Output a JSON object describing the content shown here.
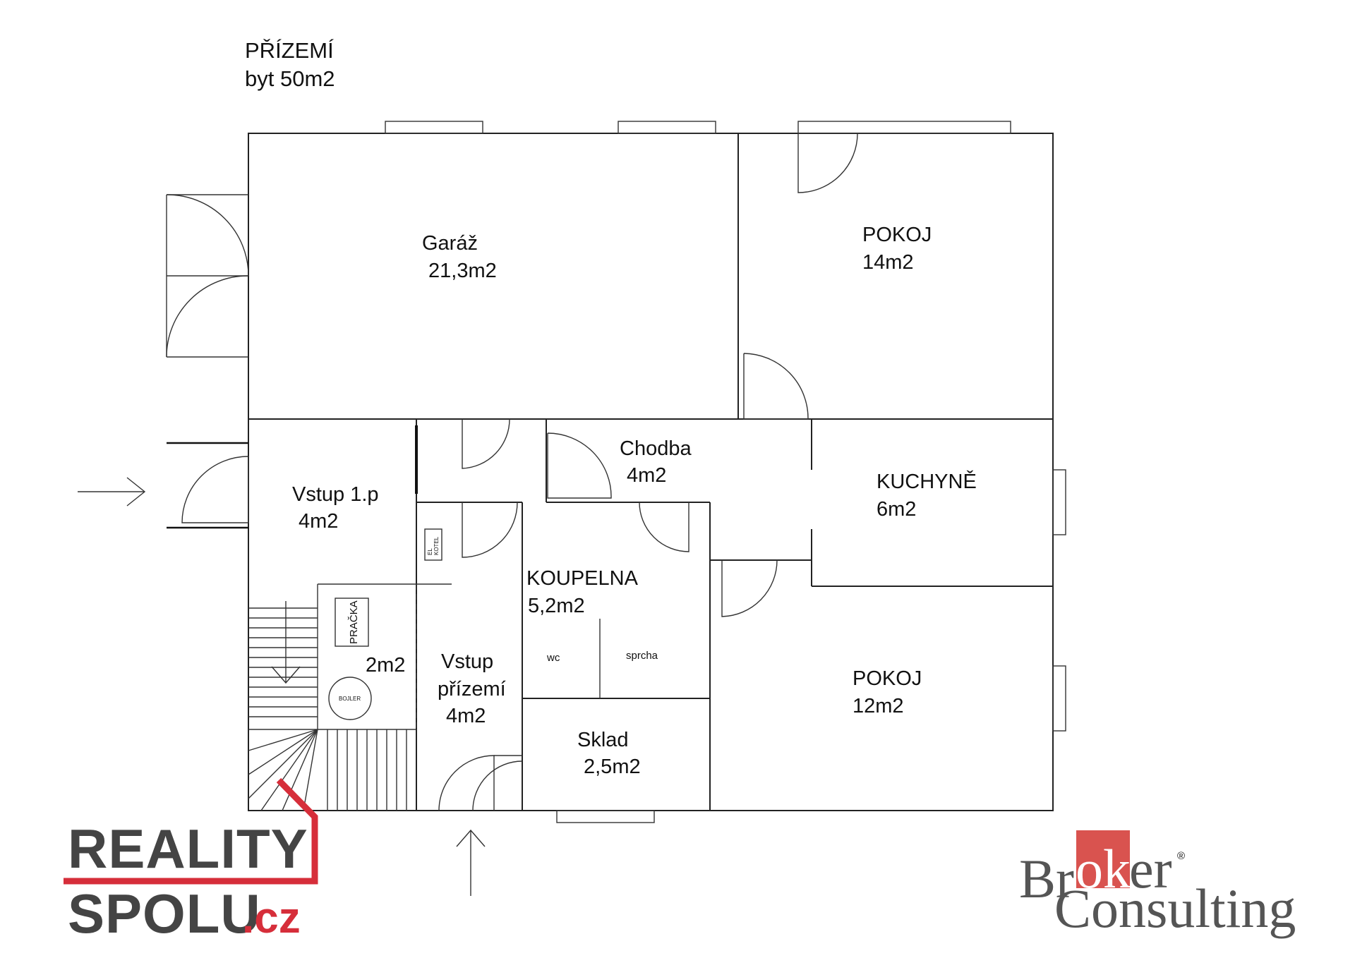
{
  "header": {
    "floor": "PŘÍZEMÍ",
    "area": "byt  50m2"
  },
  "rooms": {
    "garage": {
      "name": "Garáž",
      "area": "21,3m2"
    },
    "room_top": {
      "name": "POKOJ",
      "area": "14m2"
    },
    "hall": {
      "name": "Chodba",
      "area": "4m2"
    },
    "kitchen": {
      "name": "KUCHYNĚ",
      "area": "6m2"
    },
    "entry1": {
      "name": "Vstup 1.p",
      "area": "4m2"
    },
    "bathroom": {
      "name": "KOUPELNA",
      "area": "5,2m2"
    },
    "wc": {
      "name": "wc"
    },
    "shower": {
      "name": "sprcha"
    },
    "laundry": {
      "area": "2m2",
      "washer": "PRAČKA",
      "boiler": "BOJLER"
    },
    "entry_ground": {
      "line1": "Vstup",
      "line2": "přízemí",
      "area": "4m2"
    },
    "storage": {
      "name": "Sklad",
      "area": "2,5m2"
    },
    "room_bottom": {
      "name": "POKOJ",
      "area": "12m2"
    },
    "elkotel": {
      "line1": "EL",
      "line2": "KOTEL"
    }
  },
  "logos": {
    "reality": {
      "line1": "REALITY",
      "line2": "SPOLU",
      "suffix": ".cz",
      "accent": "#d62e3a"
    },
    "broker": {
      "part1": "Br",
      "part2": "ok",
      "part3": "er",
      "part4": "Consulting",
      "reg": "®",
      "accent": "#d9534f"
    }
  },
  "colors": {
    "wall": "#222222",
    "background": "#ffffff"
  }
}
